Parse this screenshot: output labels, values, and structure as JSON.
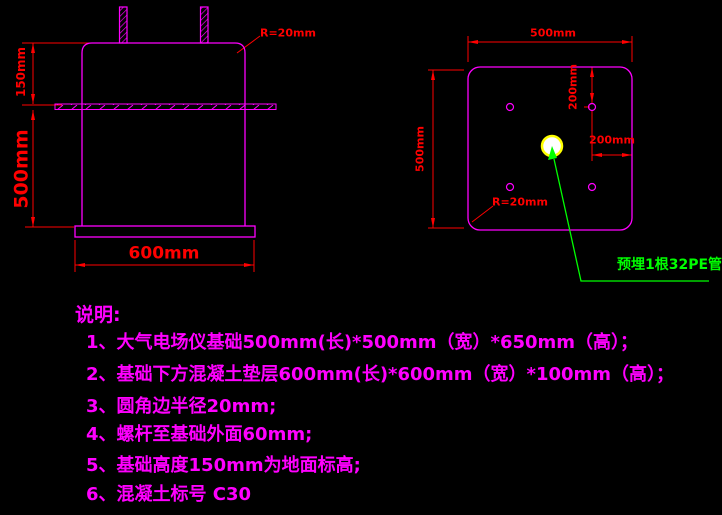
{
  "colors": {
    "background": "#000000",
    "geometry": "#FF00FF",
    "dimension": "#FF0000",
    "leader": "#00FF00",
    "pipe_ring": "#FFFF00",
    "pipe_fill": "#FFFFFF"
  },
  "front_view": {
    "dim_top_height": "150mm",
    "dim_lower_height": "500mm",
    "dim_base_width": "600mm",
    "corner_radius_label": "R=20mm"
  },
  "plan_view": {
    "dim_width": "500mm",
    "dim_height": "500mm",
    "dim_bolt_from_top": "200mm",
    "dim_bolt_from_right": "200mm",
    "corner_radius_label": "R=20mm",
    "pipe_note": "预埋1根32PE管"
  },
  "notes": {
    "title": "说明:",
    "items": [
      "1、大气电场仪基础500mm(长)*500mm（宽）*650mm（高）；",
      "2、基础下方混凝土垫层600mm(长)*600mm（宽）*100mm（高）；",
      "3、圆角边半径20mm;",
      "4、螺杆至基础外面60mm;",
      "5、基础高度150mm为地面标高;",
      "6、混凝土标号 C30"
    ]
  }
}
